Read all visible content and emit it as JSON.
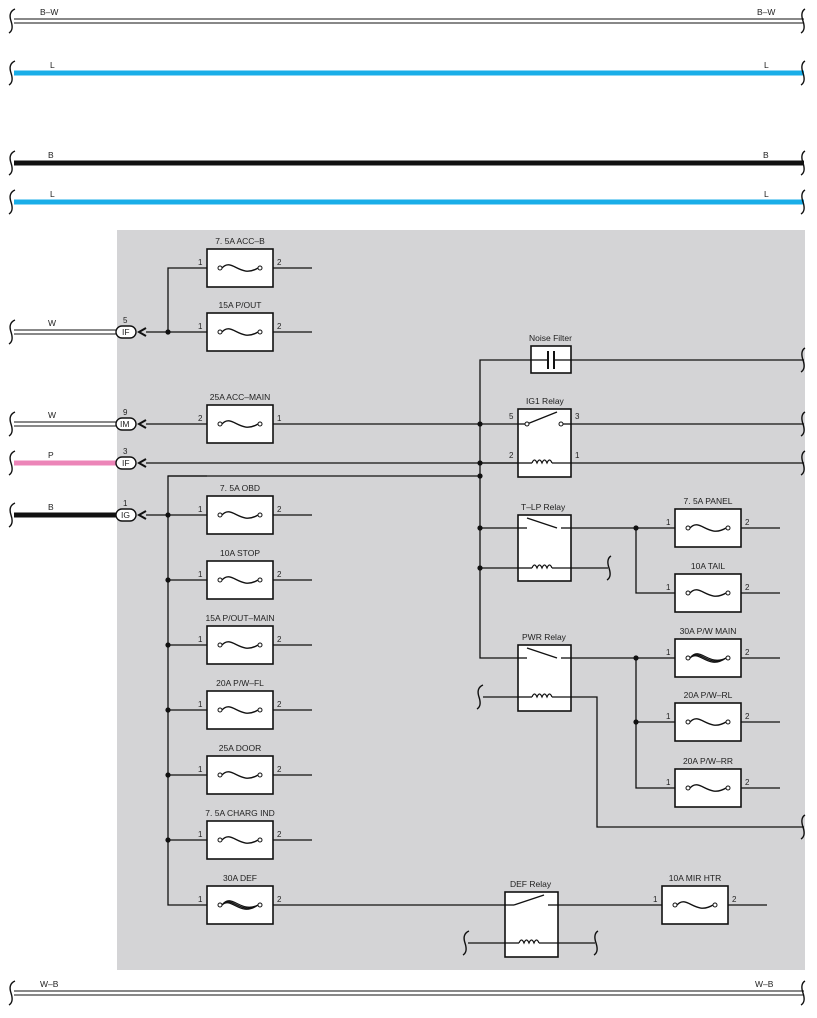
{
  "buses": {
    "bw": {
      "label_left": "B–W",
      "label_right": "B–W"
    },
    "l1": {
      "label_left": "L",
      "label_right": "L"
    },
    "b": {
      "label_left": "B",
      "label_right": "B"
    },
    "l2": {
      "label_left": "L",
      "label_right": "L"
    },
    "wb": {
      "label_left": "W–B",
      "label_right": "W–B"
    }
  },
  "colors": {
    "blue": "#1aaee8",
    "black": "#111111",
    "pink": "#ec85b8",
    "panel": "#d4d4d6"
  },
  "inputs": [
    {
      "wire": "W",
      "connector": "IF",
      "pin": "5"
    },
    {
      "wire": "W",
      "connector": "IM",
      "pin": "9"
    },
    {
      "wire": "P",
      "connector": "IF",
      "pin": "3"
    },
    {
      "wire": "B",
      "connector": "IG",
      "pin": "1"
    }
  ],
  "fuses": [
    {
      "label": "7. 5A ACC–B",
      "pin_left": "1",
      "pin_right": "2"
    },
    {
      "label": "15A P/OUT",
      "pin_left": "1",
      "pin_right": "2"
    },
    {
      "label": "25A ACC–MAIN",
      "pin_left": "2",
      "pin_right": "1"
    },
    {
      "label": "7. 5A OBD",
      "pin_left": "1",
      "pin_right": "2"
    },
    {
      "label": "10A STOP",
      "pin_left": "1",
      "pin_right": "2"
    },
    {
      "label": "15A P/OUT–MAIN",
      "pin_left": "1",
      "pin_right": "2"
    },
    {
      "label": "20A P/W–FL",
      "pin_left": "1",
      "pin_right": "2"
    },
    {
      "label": "25A DOOR",
      "pin_left": "1",
      "pin_right": "2"
    },
    {
      "label": "7. 5A CHARG IND",
      "pin_left": "1",
      "pin_right": "2"
    },
    {
      "label": "30A DEF",
      "pin_left": "1",
      "pin_right": "2"
    },
    {
      "label": "7. 5A PANEL",
      "pin_left": "1",
      "pin_right": "2"
    },
    {
      "label": "10A TAIL",
      "pin_left": "1",
      "pin_right": "2"
    },
    {
      "label": "30A P/W MAIN",
      "pin_left": "1",
      "pin_right": "2"
    },
    {
      "label": "20A P/W–RL",
      "pin_left": "1",
      "pin_right": "2"
    },
    {
      "label": "20A P/W–RR",
      "pin_left": "1",
      "pin_right": "2"
    },
    {
      "label": "10A MIR HTR",
      "pin_left": "1",
      "pin_right": "2"
    }
  ],
  "relays": [
    {
      "label": "IG1 Relay",
      "pins": [
        "5",
        "3",
        "2",
        "1"
      ]
    },
    {
      "label": "T–LP Relay"
    },
    {
      "label": "PWR Relay"
    },
    {
      "label": "DEF Relay"
    }
  ],
  "noise_filter": {
    "label": "Noise Filter"
  }
}
